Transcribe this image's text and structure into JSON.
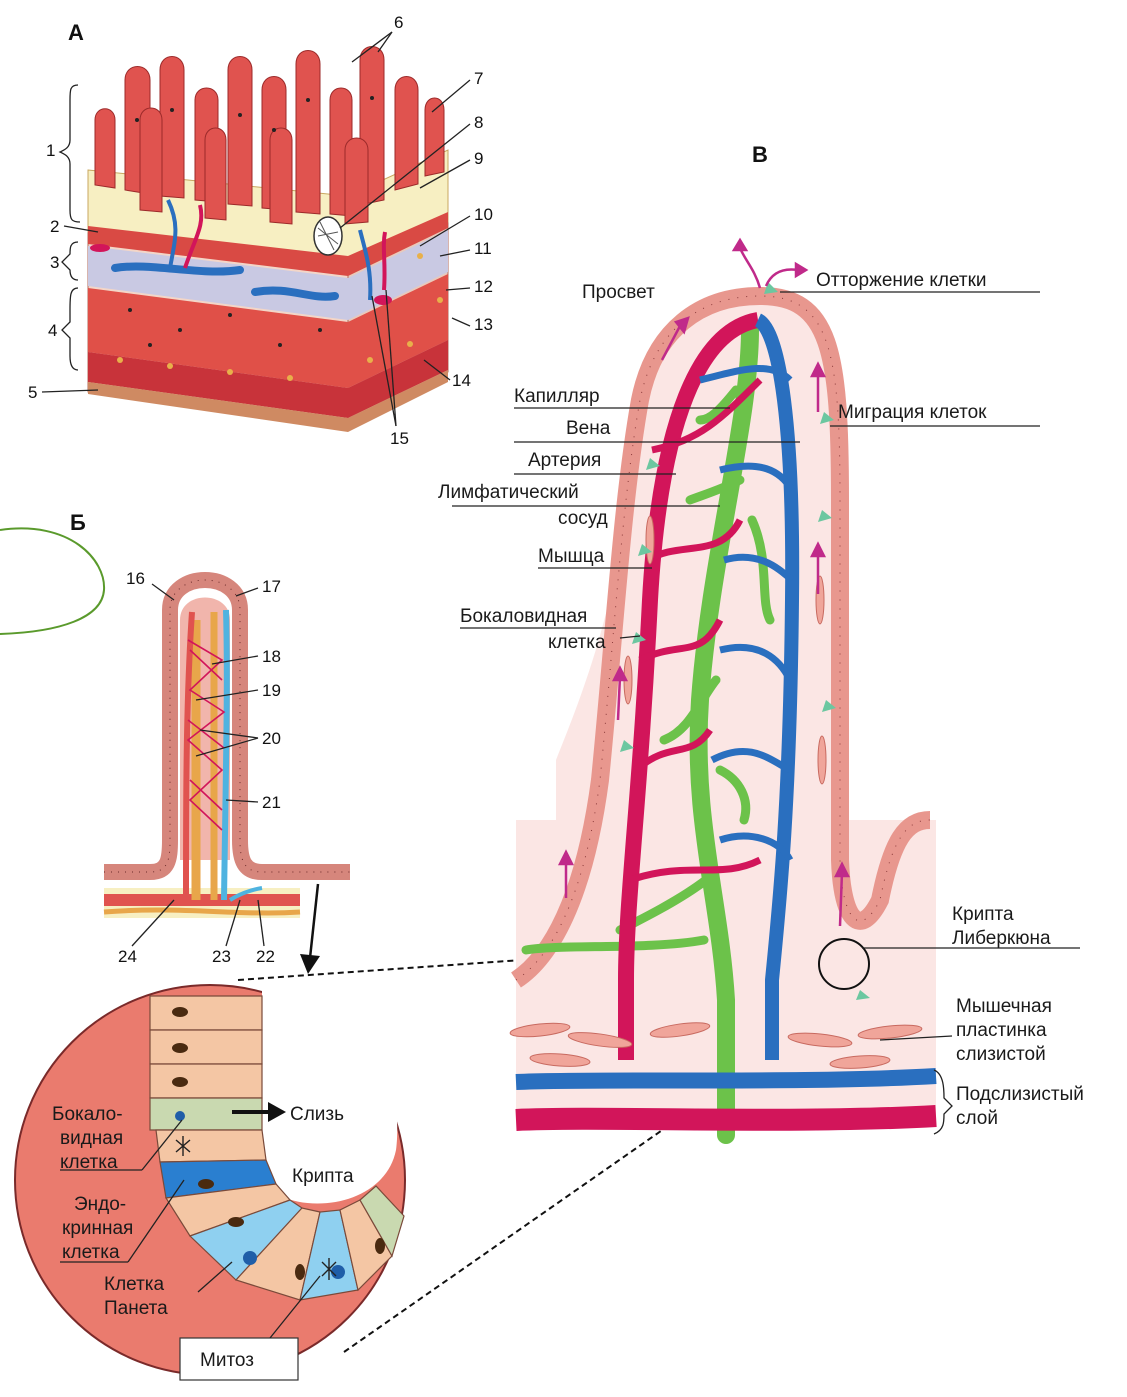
{
  "panels": {
    "a": "А",
    "b": "Б",
    "c": "В"
  },
  "panel_a_numbers": [
    "1",
    "2",
    "3",
    "4",
    "5",
    "6",
    "7",
    "8",
    "9",
    "10",
    "11",
    "12",
    "13",
    "14",
    "15"
  ],
  "panel_b_numbers": [
    "16",
    "17",
    "18",
    "19",
    "20",
    "21",
    "22",
    "23",
    "24"
  ],
  "villus_labels": {
    "lumen": "Просвет",
    "shedding": "Отторжение клетки",
    "capillary": "Капилляр",
    "vein": "Вена",
    "artery": "Артерия",
    "lymph_1": "Лимфатический",
    "lymph_2": "сосуд",
    "muscle": "Мышца",
    "goblet_1": "Бокаловидная",
    "goblet_2": "клетка",
    "migration": "Миграция клеток",
    "crypt_1": "Крипта",
    "crypt_2": "Либеркюна",
    "mm_1": "Мышечная",
    "mm_2": "пластинка",
    "mm_3": "слизистой",
    "sub_1": "Подслизистый",
    "sub_2": "слой"
  },
  "crypt_labels": {
    "mucus": "Слизь",
    "goblet_1": "Бокало-",
    "goblet_2": "видная",
    "goblet_3": "клетка",
    "crypt": "Крипта",
    "endo_1": "Эндо-",
    "endo_2": "кринная",
    "endo_3": "клетка",
    "paneth_1": "Клетка",
    "paneth_2": "Панета",
    "mitosis": "Митоз"
  },
  "colors": {
    "villus_tissue": "#e0534f",
    "lamina": "#f7efc2",
    "artery": "#d2155a",
    "vein": "#2a6fbf",
    "lymph": "#6cc24a",
    "epithelium": "#e8978e",
    "submucosa": "#c9c9e3",
    "crypt_bg": "#ea7b6e",
    "arrow": "#c02a8a",
    "annotation": "#5a9a2c"
  }
}
